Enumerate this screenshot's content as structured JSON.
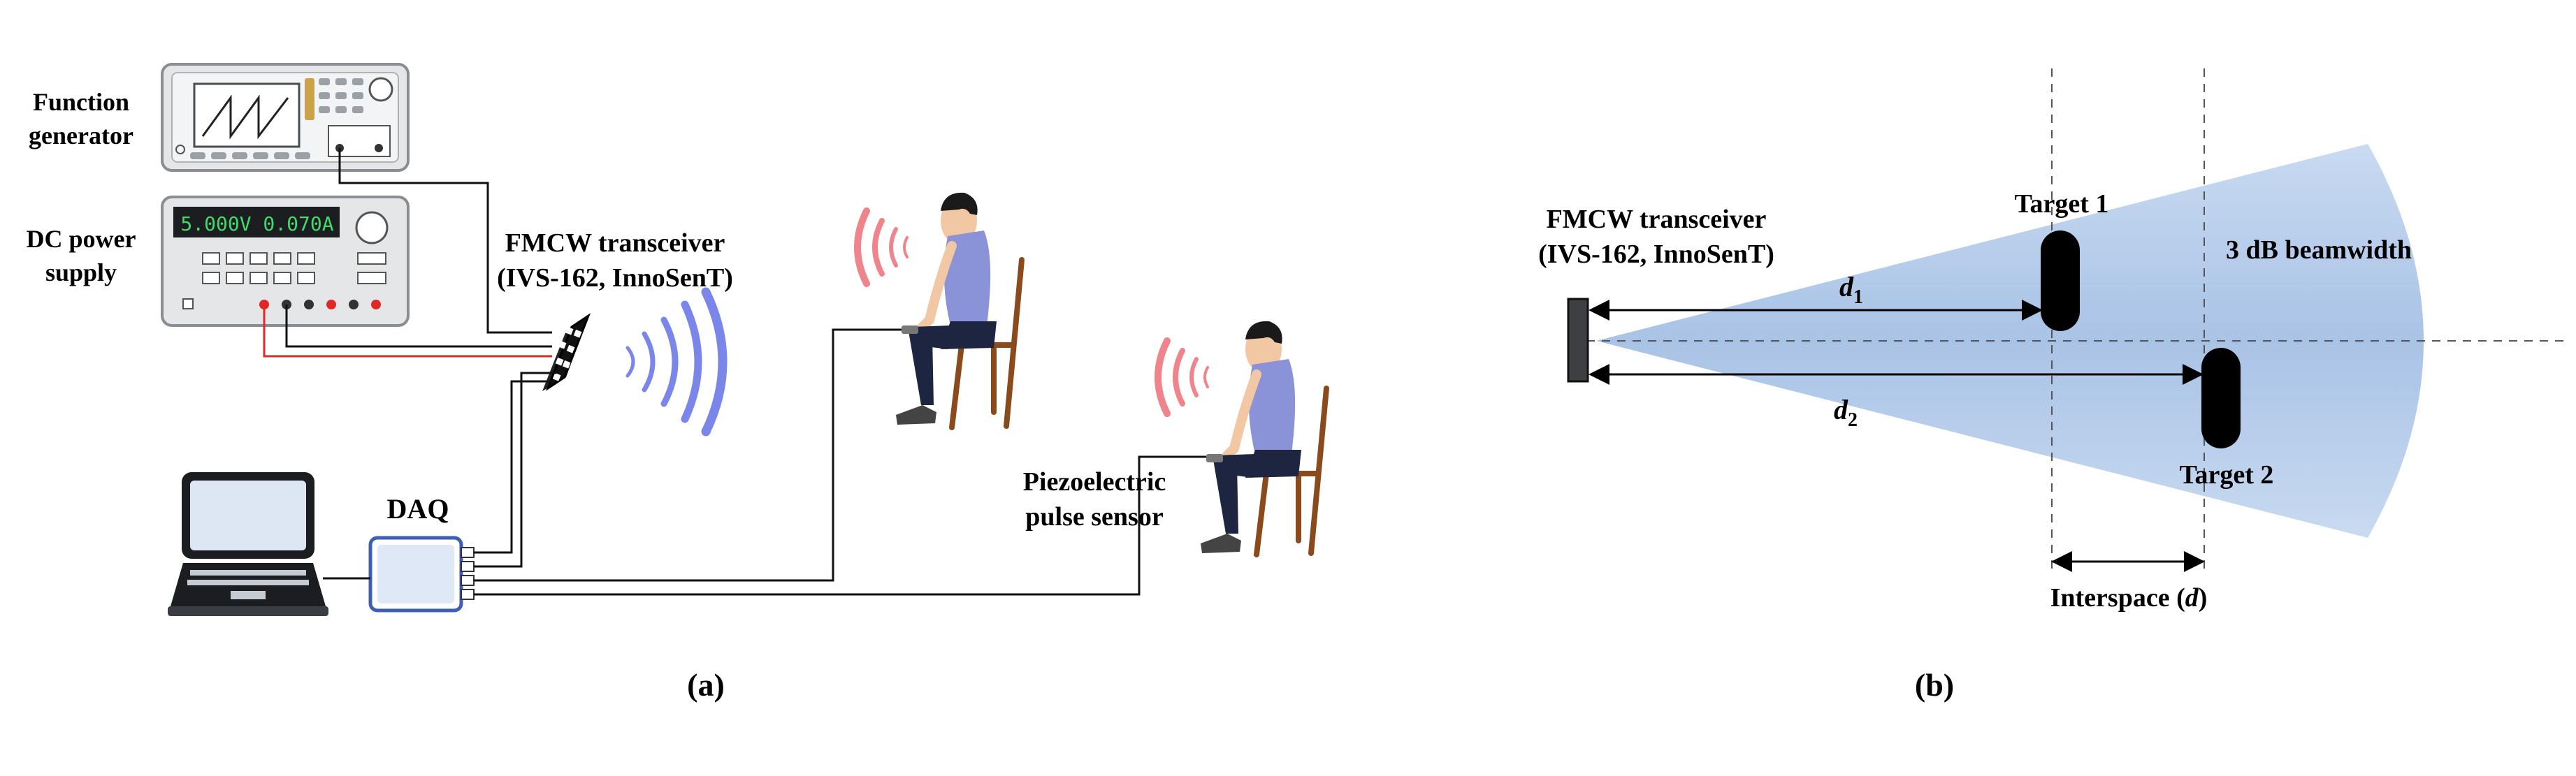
{
  "panel_a": {
    "function_generator_line1": "Function",
    "function_generator_line2": "generator",
    "dc_power_line1": "DC power",
    "dc_power_line2": "supply",
    "psu_display": "5.000V  0.070A",
    "fmcw_line1": "FMCW transceiver",
    "fmcw_line2": "(IVS-162, InnoSenT)",
    "daq": "DAQ",
    "piezo_line1": "Piezoelectric",
    "piezo_line2": "pulse sensor",
    "caption": "(a)"
  },
  "panel_b": {
    "fmcw_line1": "FMCW transceiver",
    "fmcw_line2": "(IVS-162, InnoSenT)",
    "target1": "Target 1",
    "target2": "Target 2",
    "beamwidth": "3 dB beamwidth",
    "d1_base": "d",
    "d1_sub": "1",
    "d2_base": "d",
    "d2_sub": "2",
    "interspace_pre": "Interspace (",
    "interspace_var": "d",
    "interspace_post": ")",
    "caption": "(b)"
  },
  "colors": {
    "beam": "#a9c3e6",
    "red_waves": "#f0848c",
    "blue_waves": "#7b86ea",
    "shirt": "#8a93d8",
    "pants": "#1d2540",
    "chair": "#8b4a1c"
  }
}
